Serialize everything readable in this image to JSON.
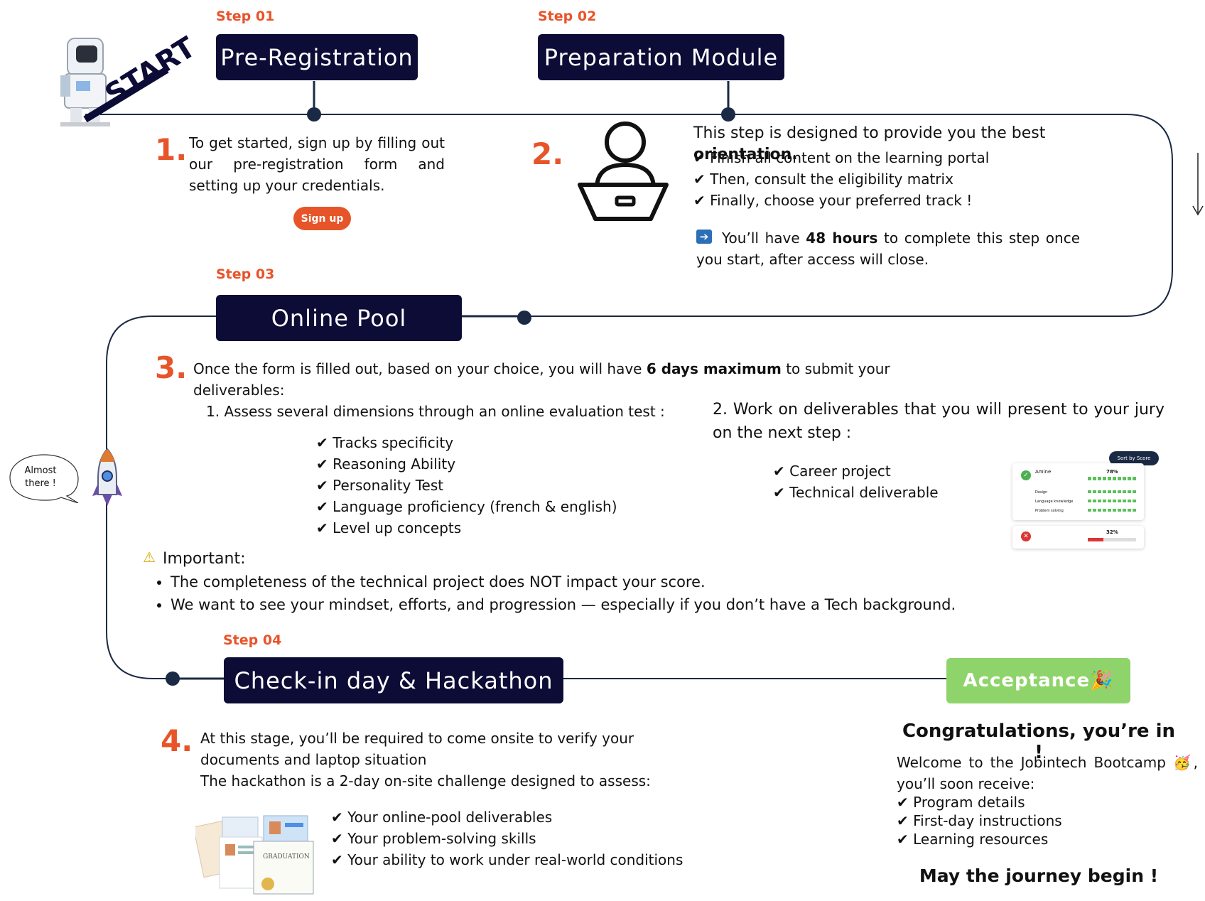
{
  "step1": {
    "tag": "Step 01",
    "title": "Pre-Registration",
    "number": "1.",
    "text": "To get started, sign up by filling out our pre-registration form and setting up your credentials.",
    "button": "Sign up"
  },
  "step2": {
    "tag": "Step 02",
    "title": "Preparation Module",
    "number": "2.",
    "intro_start": "This step is designed to provide you the best ",
    "intro_bold": "orientation.",
    "checks": [
      "Finish all content on the learning portal",
      "Then, consult the eligibility matrix",
      "Finally, choose your preferred track !"
    ],
    "note_start": "You’ll have ",
    "note_bold": "48 hours",
    "note_end": " to complete this step once you start, after access will close."
  },
  "step3": {
    "tag": "Step 03",
    "title": "Online Pool",
    "number": "3.",
    "intro_start": "Once the form is filled out, based on your choice, you will have ",
    "intro_bold": "6 days maximum",
    "intro_end": " to submit your deliverables:",
    "part1_title": "1. Assess several dimensions through an online evaluation test :",
    "part1_checks": [
      "Tracks specificity",
      "Reasoning Ability",
      "Personality Test",
      "Language proficiency (french & english)",
      "Level up concepts"
    ],
    "part2_title": "2. Work on deliverables that you will present to your jury on the next step :",
    "part2_checks": [
      "Career project",
      "Technical deliverable"
    ],
    "important_label": "Important:",
    "important_items": [
      "The completeness of the technical project does NOT impact your score.",
      "We want to see your mindset, efforts, and progression — especially if you don’t have a Tech background."
    ],
    "bubble": "Almost there !",
    "card": {
      "sort": "Sort by Score",
      "name": "Amine",
      "pct1": "78%",
      "rows": [
        "Design",
        "Language knowledge",
        "Problem solving"
      ],
      "pct2": "32%"
    }
  },
  "step4": {
    "tag": "Step 04",
    "title": "Check-in day & Hackathon",
    "number": "4.",
    "text1": "At this stage, you’ll be required to come onsite to verify your documents and laptop situation",
    "text2": "The hackathon is a 2-day on-site challenge designed to assess:",
    "checks": [
      "Your online-pool deliverables",
      "Your problem-solving skills",
      "Your ability to work under real-world conditions"
    ],
    "cert": "GRADUATION"
  },
  "acceptance": {
    "title": "Acceptance🎉",
    "congrats": "Congratulations, you’re in !",
    "welcome": "Welcome to the Jobintech Bootcamp 🥳, you’ll soon receive:",
    "checks": [
      "Program details",
      "First-day instructions",
      "Learning resources"
    ],
    "closing": "May the journey begin !"
  },
  "start_label": "START",
  "colors": {
    "navy": "#0c0c36",
    "orange": "#e8542a",
    "green": "#8ed46a",
    "dot": "#1b2a44"
  }
}
